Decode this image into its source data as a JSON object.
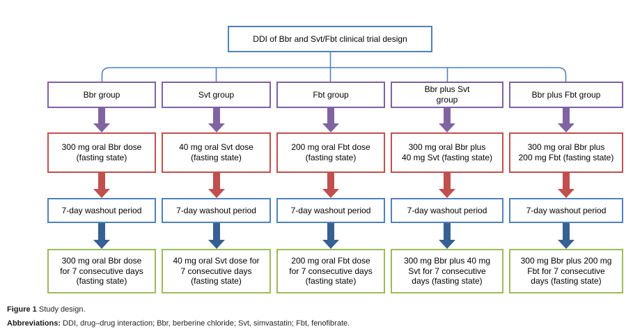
{
  "palette": {
    "box_blue": "#4f81bd",
    "box_purple": "#7e62a1",
    "box_red": "#c0504d",
    "box_green": "#9bbb59",
    "arrow_purple": "#8064a2",
    "arrow_red": "#c0504d",
    "arrow_blue": "#376092",
    "text": "#000000"
  },
  "title_box": {
    "label": "DDI of Bbr and Svt/Fbt clinical trial design"
  },
  "columns": [
    {
      "group": "Bbr group",
      "single_dose": "300 mg oral Bbr dose\n(fasting state)",
      "washout": "7-day washout period",
      "multi_dose": "300 mg oral Bbr dose\nfor 7 consecutive days\n(fasting state)"
    },
    {
      "group": "Svt group",
      "single_dose": "40 mg oral Svt dose\n(fasting state)",
      "washout": "7-day washout period",
      "multi_dose": "40 mg oral Svt dose for\n7 consecutive days\n(fasting state)"
    },
    {
      "group": "Fbt group",
      "single_dose": "200 mg oral Fbt dose\n(fasting state)",
      "washout": "7-day washout period",
      "multi_dose": "200 mg oral Fbt dose\nfor 7 consecutive days\n(fasting state)"
    },
    {
      "group": "Bbr plus Svt\ngroup",
      "single_dose": "300 mg oral Bbr plus\n40 mg Svt (fasting state)",
      "washout": "7-day washout period",
      "multi_dose": "300 mg Bbr plus 40 mg\nSvt for 7 consecutive\ndays (fasting state)"
    },
    {
      "group": "Bbr plus Fbt group",
      "single_dose": "300 mg oral Bbr plus\n200 mg Fbt (fasting state)",
      "washout": "7-day washout period",
      "multi_dose": "300 mg Bbr plus 200 mg\nFbt for 7 consecutive\ndays (fasting state)"
    }
  ],
  "caption": {
    "figure_label": "Figure 1",
    "figure_text": "Study design.",
    "abbreviations_label": "Abbreviations:",
    "abbreviations_text": "DDI, drug–drug interaction; Bbr, berberine chloride; Svt, simvastatin; Fbt, fenofibrate."
  }
}
